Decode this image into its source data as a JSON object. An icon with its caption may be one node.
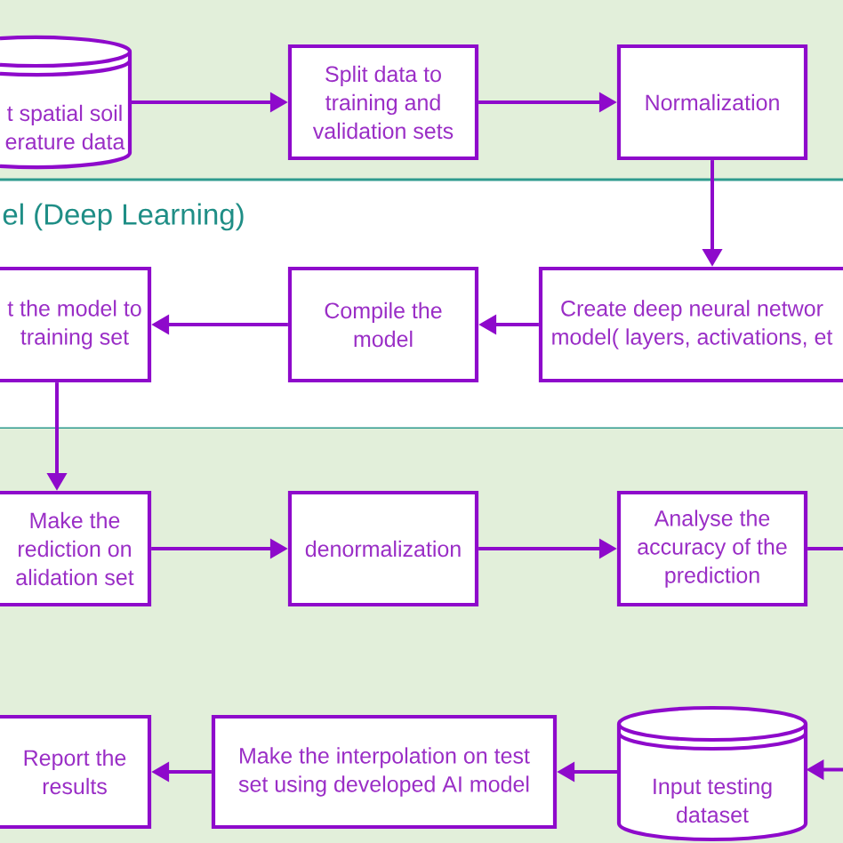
{
  "diagram": {
    "nodes": [
      {
        "text": [],
        "shape": "band"
      },
      {
        "text": [
          "t spatial soil erature data"
        ],
        "in": 0
      },
      {
        "text": [
          "Split data to training and validation sets"
        ],
        "in": 0
      },
      {
        "text": [
          "Normalization"
        ],
        "in": 0
      },
      {
        "text": [
          "el (Deep Learning)"
        ]
      },
      {
        "text": [
          "t the model to training set"
        ],
        "in": 4
      },
      {
        "text": [
          "Compile the model"
        ],
        "in": 4
      },
      {
        "text": [
          "Create deep neural networ model( layers, activations, et"
        ],
        "in": 4
      },
      {
        "text": [],
        "shape": "band"
      },
      {
        "text": [
          "Make the rediction on alidation set"
        ],
        "in": 8
      },
      {
        "text": [
          "denormalization"
        ],
        "in": 8
      },
      {
        "text": [
          "Analyse the accuracy of the prediction"
        ],
        "in": 8
      },
      {
        "text": [
          "Report the results"
        ],
        "in": 8
      },
      {
        "text": [
          "Make the interpolation on test set using developed AI model"
        ],
        "in": 8
      },
      {
        "text": [
          "Input testing dataset"
        ],
        "in": 8
      }
    ],
    "edges": [
      {
        "from": 1,
        "to": 2,
        "arrow": "to"
      },
      {
        "from": 2,
        "to": 3,
        "arrow": "to"
      },
      {
        "from": 3,
        "to": 7,
        "arrow": "to"
      },
      {
        "from": 7,
        "to": 6,
        "arrow": "to"
      },
      {
        "from": 6,
        "to": 5,
        "arrow": "to"
      },
      {
        "from": 5,
        "to": 9,
        "arrow": "to"
      },
      {
        "from": 9,
        "to": 10,
        "arrow": "to"
      },
      {
        "from": 10,
        "to": 11,
        "arrow": "to"
      },
      {
        "from": 11,
        "to": 14,
        "arrow": "to"
      },
      {
        "from": 14,
        "to": 13,
        "arrow": "to"
      },
      {
        "from": 13,
        "to": 12,
        "arrow": "to"
      }
    ]
  }
}
